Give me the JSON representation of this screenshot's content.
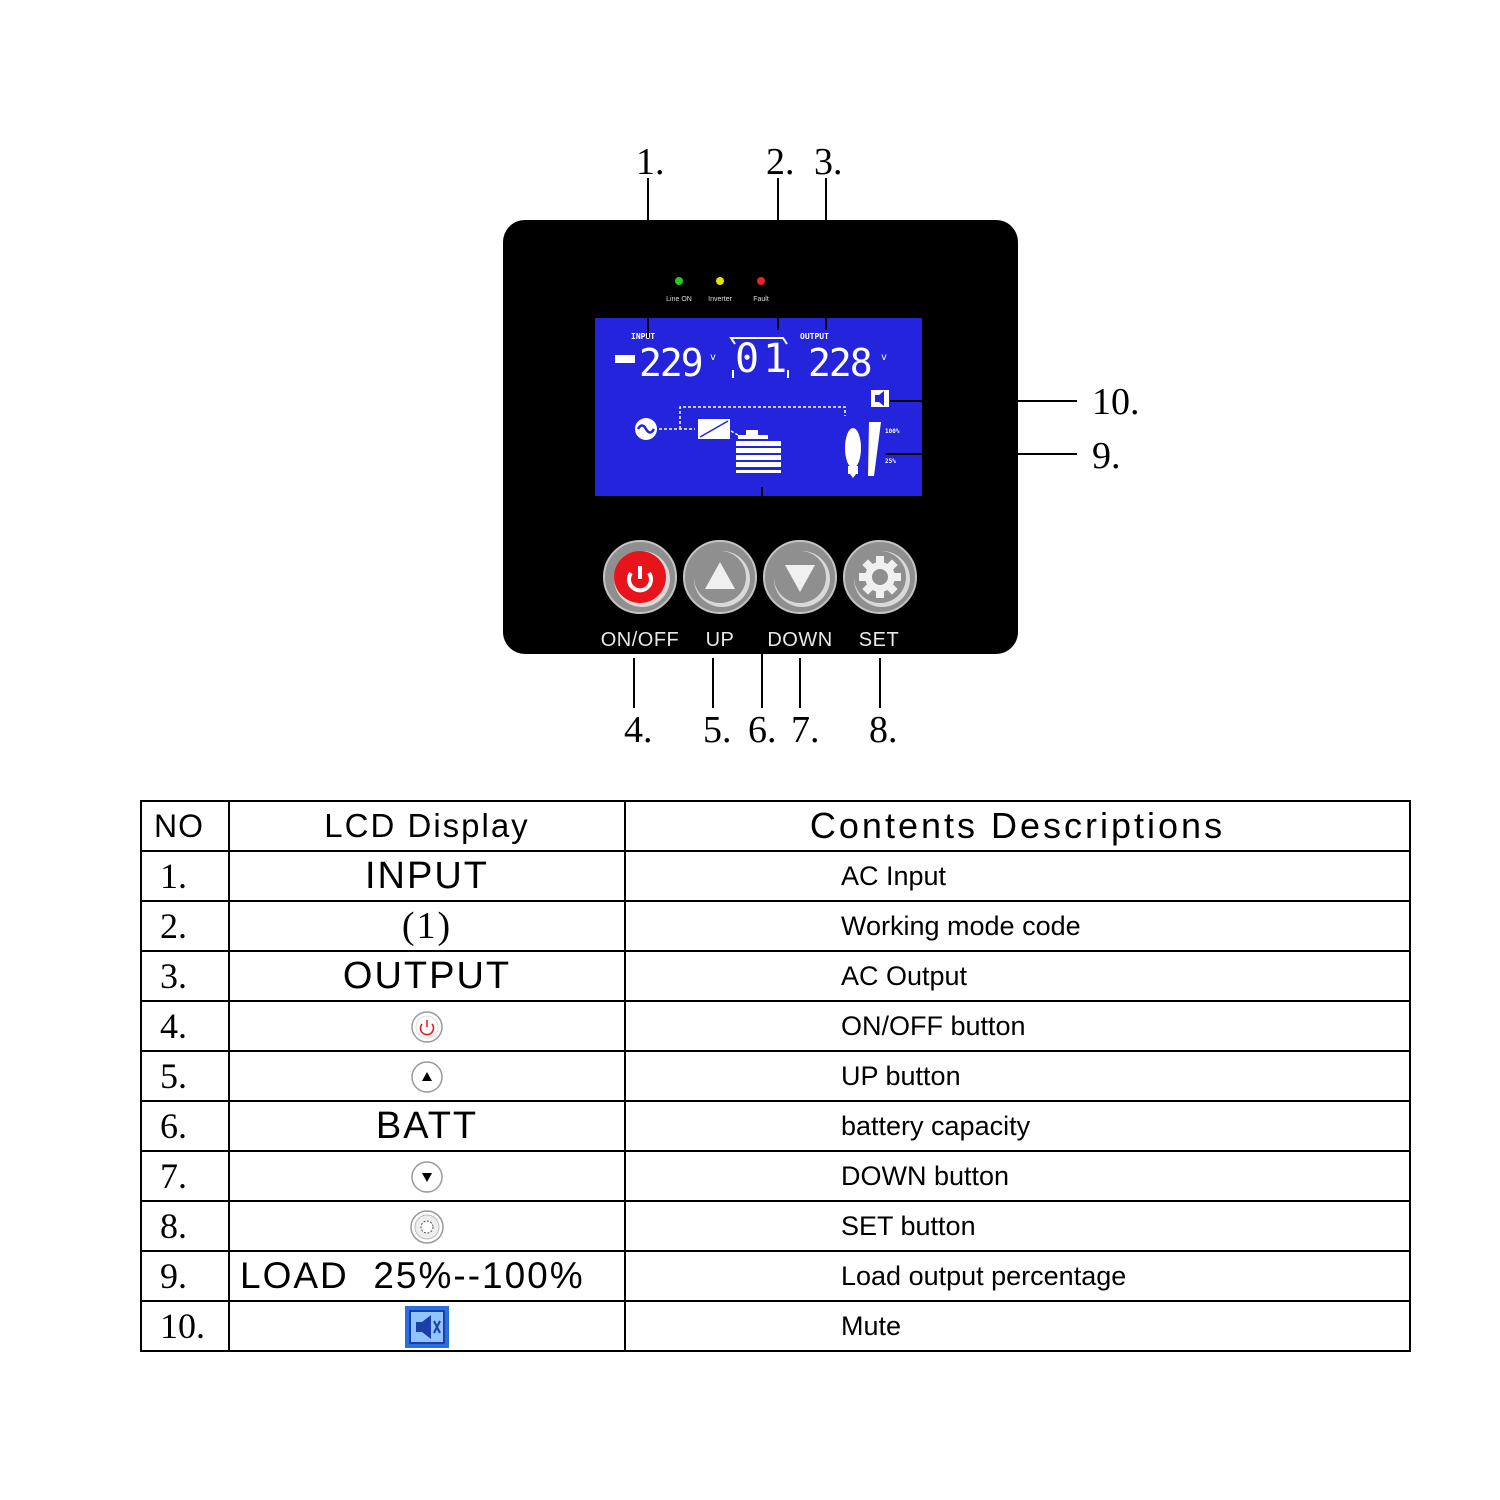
{
  "callouts": {
    "c1": "1.",
    "c2": "2.",
    "c3": "3.",
    "c4": "4.",
    "c5": "5.",
    "c6": "6.",
    "c7": "7.",
    "c8": "8.",
    "c9": "9.",
    "c10": "10."
  },
  "panel": {
    "leds": [
      {
        "label": "Line ON",
        "color": "#22cc22"
      },
      {
        "label": "Inverter",
        "color": "#e8e000"
      },
      {
        "label": "Fault",
        "color": "#ee2222"
      }
    ],
    "lcd": {
      "input_label": "INPUT",
      "output_label": "OUTPUT",
      "input_value": "229",
      "mode_code": "01",
      "output_value": "228",
      "unit": "v",
      "load_high": "100%",
      "load_low": "25%"
    },
    "buttons": [
      {
        "label": "ON/OFF"
      },
      {
        "label": "UP"
      },
      {
        "label": "DOWN"
      },
      {
        "label": "SET"
      }
    ]
  },
  "table": {
    "headers": {
      "no": "NO",
      "lcd": "LCD Display",
      "desc": "Contents Descriptions"
    },
    "rows": [
      {
        "no": "1.",
        "lcd": "INPUT",
        "desc": "AC Input"
      },
      {
        "no": "2.",
        "lcd": "(1)",
        "desc": "Working mode code"
      },
      {
        "no": "3.",
        "lcd": "OUTPUT",
        "desc": "AC Output"
      },
      {
        "no": "4.",
        "lcd": "",
        "icon": "power-icon",
        "desc": "ON/OFF button"
      },
      {
        "no": "5.",
        "lcd": "",
        "icon": "up-arrow-icon",
        "desc": "UP button"
      },
      {
        "no": "6.",
        "lcd": "BATT",
        "desc": "battery capacity"
      },
      {
        "no": "7.",
        "lcd": "",
        "icon": "down-arrow-icon",
        "desc": "DOWN button"
      },
      {
        "no": "8.",
        "lcd": "",
        "icon": "gear-icon",
        "desc": "SET button"
      },
      {
        "no": "9.",
        "lcd": "LOAD  25%--100%",
        "desc": "Load output percentage"
      },
      {
        "no": "10.",
        "lcd": "",
        "icon": "mute-icon",
        "desc": "Mute"
      }
    ]
  }
}
